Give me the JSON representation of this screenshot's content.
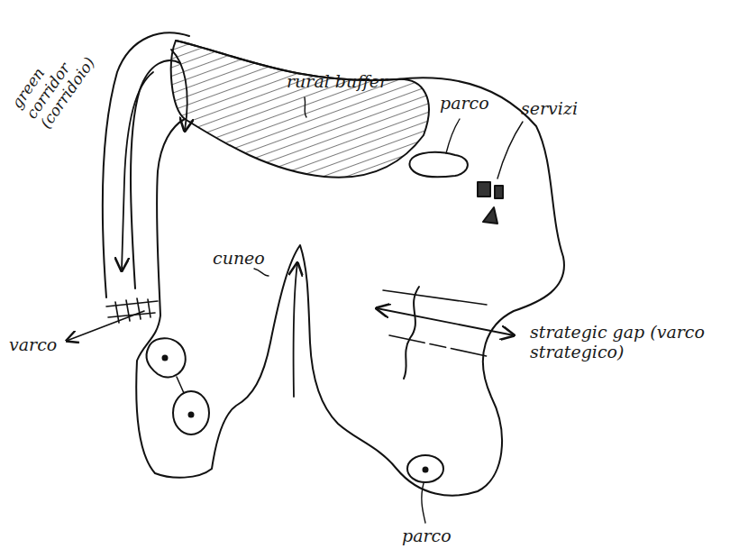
{
  "diagram": {
    "labels": [
      "green corridor (corridoio)",
      "rural buffer",
      "parco",
      "servizi",
      "cuneo",
      "strategic gap (varco strategico)",
      "varco",
      "parco"
    ]
  }
}
